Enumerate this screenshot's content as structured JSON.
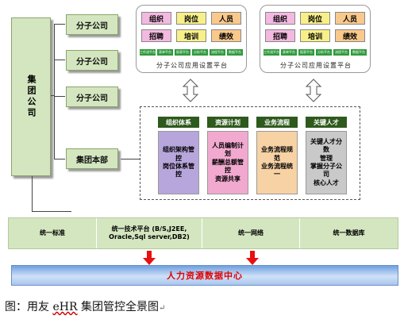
{
  "group": {
    "label": "集团公司"
  },
  "branches": [
    "分子公司",
    "分子公司",
    "分子公司"
  ],
  "hq": {
    "label": "集团本部"
  },
  "platforms": [
    {
      "label": "分子公司应用设置平台",
      "tiles": [
        {
          "text": "组织",
          "color": "#f4b9e0"
        },
        {
          "text": "岗位",
          "color": "#f7f089"
        },
        {
          "text": "人员",
          "color": "#f9c98b"
        },
        {
          "text": "招聘",
          "color": "#f4b9e0"
        },
        {
          "text": "培训",
          "color": "#f7f089"
        },
        {
          "text": "绩效",
          "color": "#f9c98b"
        }
      ],
      "mini": [
        "工作流平台",
        "表单平台",
        "报表平台",
        "分析平台",
        "流程平台",
        "数据平台"
      ]
    },
    {
      "label": "分子公司应用设置平台",
      "tiles": [
        {
          "text": "组织",
          "color": "#f4b9e0"
        },
        {
          "text": "岗位",
          "color": "#f7f089"
        },
        {
          "text": "人员",
          "color": "#f9c98b"
        },
        {
          "text": "招聘",
          "color": "#f4b9e0"
        },
        {
          "text": "培训",
          "color": "#f7f089"
        },
        {
          "text": "绩效",
          "color": "#f9c98b"
        }
      ],
      "mini": [
        "工作流平台",
        "表单平台",
        "报表平台",
        "分析平台",
        "流程平台",
        "数据平台"
      ]
    }
  ],
  "control": {
    "columns": [
      {
        "header": "组织体系",
        "body": "组织架构管控\n岗位体系管控",
        "color": "#b7a6db"
      },
      {
        "header": "资源计划",
        "body": "人员编制计划\n薪酬总额管控\n资源共享",
        "color": "#f1a9cf"
      },
      {
        "header": "业务流程",
        "body": "业务流程规范\n业务流程统一",
        "color": "#f6d2a5"
      },
      {
        "header": "关键人才",
        "body": "关键人才分数\n管理\n掌握分子公司\n核心人才",
        "color": "#c9c9c9"
      }
    ]
  },
  "base": [
    {
      "text": "统一标准"
    },
    {
      "text": "统一技术平台 (B/S,J2EE,\nOracle,Sql server,DB2)"
    },
    {
      "text": "统一网络"
    },
    {
      "text": "统一数据库"
    }
  ],
  "hr_center": {
    "label": "人力资源数据中心"
  },
  "caption": {
    "prefix": "图：用友 ",
    "brand": "eHR",
    "suffix": " 集团管控全景图"
  },
  "colors": {
    "green_fill": "#d4e6bf",
    "dark_green": "#2e5a1d",
    "hr_text": "#e00000"
  }
}
